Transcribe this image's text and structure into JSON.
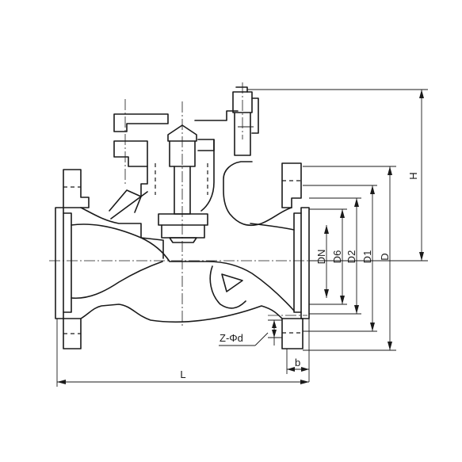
{
  "labels": {
    "H": "H",
    "DN": "DN",
    "D6": "D6",
    "D2": "D2",
    "D1": "D1",
    "D": "D",
    "Zd": "Z-Φd",
    "b": "b",
    "L": "L"
  }
}
